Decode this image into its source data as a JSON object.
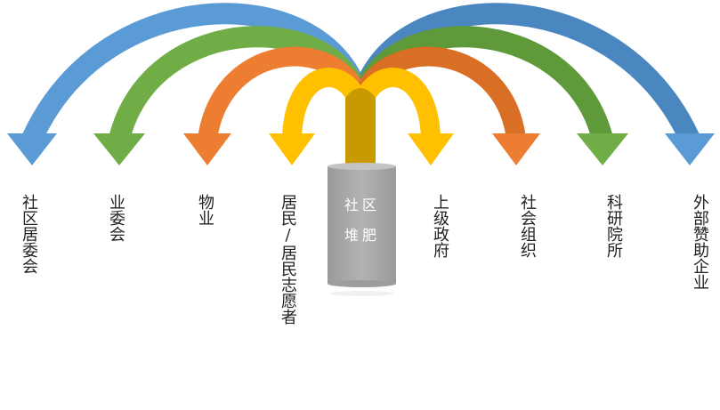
{
  "center": {
    "line1": "社区",
    "line2": "堆肥",
    "color": "#a6a6a6"
  },
  "stakeholders": {
    "left": [
      {
        "label": "社区居委会",
        "color": "#5b9bd5"
      },
      {
        "label": "业委会",
        "color": "#70ad47"
      },
      {
        "label": "物业",
        "color": "#ed7d31"
      },
      {
        "label": "居民/居民志愿者",
        "color": "#ffc000"
      }
    ],
    "right": [
      {
        "label": "上级政府",
        "color": "#ffc000"
      },
      {
        "label": "社会组织",
        "color": "#ed7d31"
      },
      {
        "label": "科研院所",
        "color": "#70ad47"
      },
      {
        "label": "外部赞助企业",
        "color": "#5b9bd5"
      }
    ]
  },
  "stem_color": "#c99a00"
}
